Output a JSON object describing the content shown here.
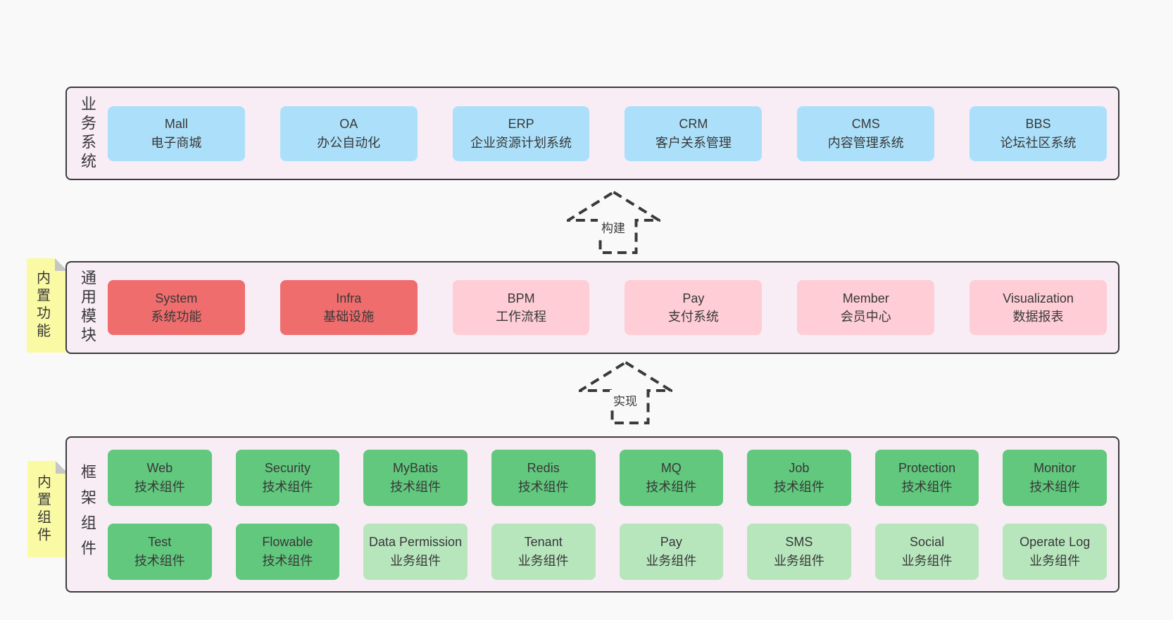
{
  "colors": {
    "page_bg": "#f9f9f9",
    "panel_bg": "#f8ecf5",
    "panel_border": "#3c3c3c",
    "box_blue": "#ace0fa",
    "box_red": "#ef6d6d",
    "box_pink": "#fecdd5",
    "box_green": "#61c87d",
    "box_lightgreen": "#b7e6bd",
    "sticky_yellow": "#fafaa4",
    "sticky_fold": "#c6c6c6",
    "text": "#383838",
    "arrow": "#3a3a3a"
  },
  "arrows": [
    {
      "label": "构建"
    },
    {
      "label": "实现"
    }
  ],
  "layers": [
    {
      "label": "业务系统",
      "boxes": [
        {
          "title": "Mall",
          "subtitle": "电子商城"
        },
        {
          "title": "OA",
          "subtitle": "办公自动化"
        },
        {
          "title": "ERP",
          "subtitle": "企业资源计划系统"
        },
        {
          "title": "CRM",
          "subtitle": "客户关系管理"
        },
        {
          "title": "CMS",
          "subtitle": "内容管理系统"
        },
        {
          "title": "BBS",
          "subtitle": "论坛社区系统"
        }
      ]
    },
    {
      "label": "通用模块",
      "sticky": "内置功能",
      "boxes": [
        {
          "title": "System",
          "subtitle": "系统功能"
        },
        {
          "title": "Infra",
          "subtitle": "基础设施"
        },
        {
          "title": "BPM",
          "subtitle": "工作流程"
        },
        {
          "title": "Pay",
          "subtitle": "支付系统"
        },
        {
          "title": "Member",
          "subtitle": "会员中心"
        },
        {
          "title": "Visualization",
          "subtitle": "数据报表"
        }
      ]
    },
    {
      "label": "框架组件",
      "sticky": "内置组件",
      "row1": [
        {
          "title": "Web",
          "subtitle": "技术组件"
        },
        {
          "title": "Security",
          "subtitle": "技术组件"
        },
        {
          "title": "MyBatis",
          "subtitle": "技术组件"
        },
        {
          "title": "Redis",
          "subtitle": "技术组件"
        },
        {
          "title": "MQ",
          "subtitle": "技术组件"
        },
        {
          "title": "Job",
          "subtitle": "技术组件"
        },
        {
          "title": "Protection",
          "subtitle": "技术组件"
        },
        {
          "title": "Monitor",
          "subtitle": "技术组件"
        }
      ],
      "row2": [
        {
          "title": "Test",
          "subtitle": "技术组件"
        },
        {
          "title": "Flowable",
          "subtitle": "技术组件"
        },
        {
          "title": "Data Permission",
          "subtitle": "业务组件"
        },
        {
          "title": "Tenant",
          "subtitle": "业务组件"
        },
        {
          "title": "Pay",
          "subtitle": "业务组件"
        },
        {
          "title": "SMS",
          "subtitle": "业务组件"
        },
        {
          "title": "Social",
          "subtitle": "业务组件"
        },
        {
          "title": "Operate Log",
          "subtitle": "业务组件"
        }
      ]
    }
  ]
}
